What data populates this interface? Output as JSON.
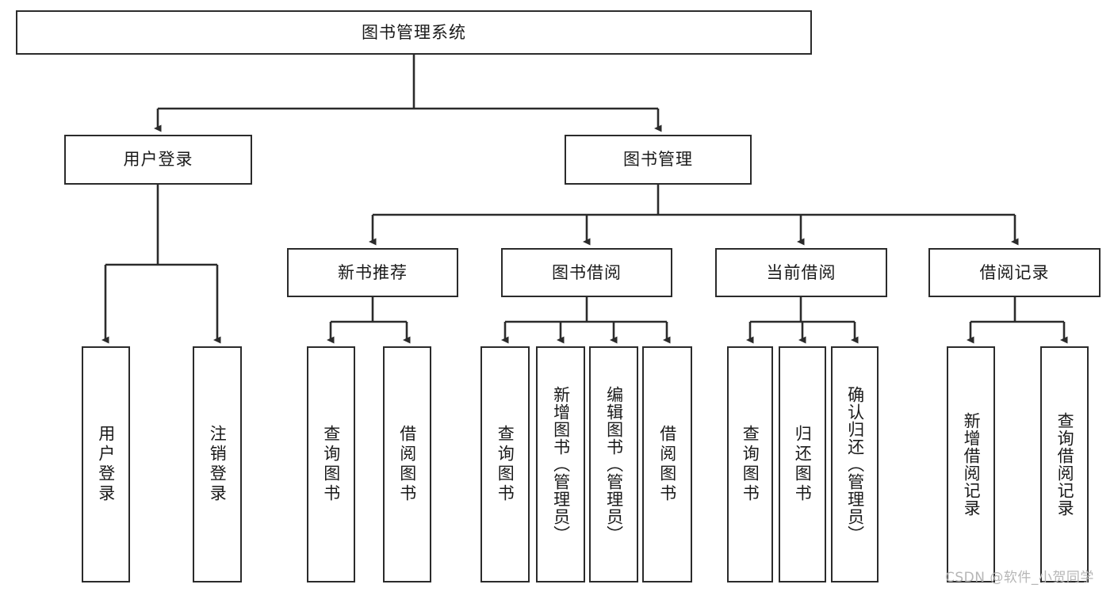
{
  "diagram": {
    "type": "tree",
    "title": "图书管理系统",
    "watermark": "CSDN @软件_小贺同学",
    "colors": {
      "box_border": "#2b2b2b",
      "box_fill": "#ffffff",
      "connector": "#2b2b2b",
      "text": "#1a1a1a",
      "watermark": "#b6b6b6",
      "background": "#ffffff"
    },
    "levels": {
      "root": {
        "label": "图书管理系统"
      },
      "level2": [
        {
          "label": "用户登录"
        },
        {
          "label": "图书管理"
        }
      ],
      "level3": [
        {
          "label": "新书推荐"
        },
        {
          "label": "图书借阅"
        },
        {
          "label": "当前借阅"
        },
        {
          "label": "借阅记录"
        }
      ],
      "leaves_user_login": [
        {
          "label": "用户登录"
        },
        {
          "label": "注销登录"
        }
      ],
      "leaves_new_books": [
        {
          "label": "查询图书"
        },
        {
          "label": "借阅图书"
        }
      ],
      "leaves_borrow": [
        {
          "label": "查询图书"
        },
        {
          "label": "新增图书（管理员）"
        },
        {
          "label": "编辑图书（管理员）"
        },
        {
          "label": "借阅图书"
        }
      ],
      "leaves_current": [
        {
          "label": "查询图书"
        },
        {
          "label": "归还图书"
        },
        {
          "label": "确认归还（管理员）"
        }
      ],
      "leaves_records": [
        {
          "label": "新增借阅记录"
        },
        {
          "label": "查询借阅记录"
        }
      ]
    }
  }
}
